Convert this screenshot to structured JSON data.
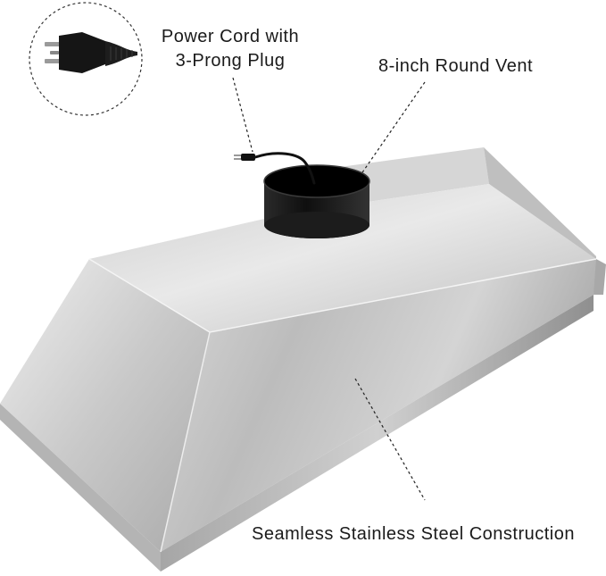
{
  "callouts": {
    "power_cord_line1": "Power Cord with",
    "power_cord_line2": "3-Prong Plug",
    "vent": "8-inch Round Vent",
    "construction": "Seamless Stainless Steel Construction"
  },
  "colors": {
    "steel_light": "#e6e6e6",
    "steel_mid": "#c4c4c4",
    "steel_dark": "#9a9a9a",
    "vent_black": "#141414",
    "leader_line": "#222222"
  }
}
